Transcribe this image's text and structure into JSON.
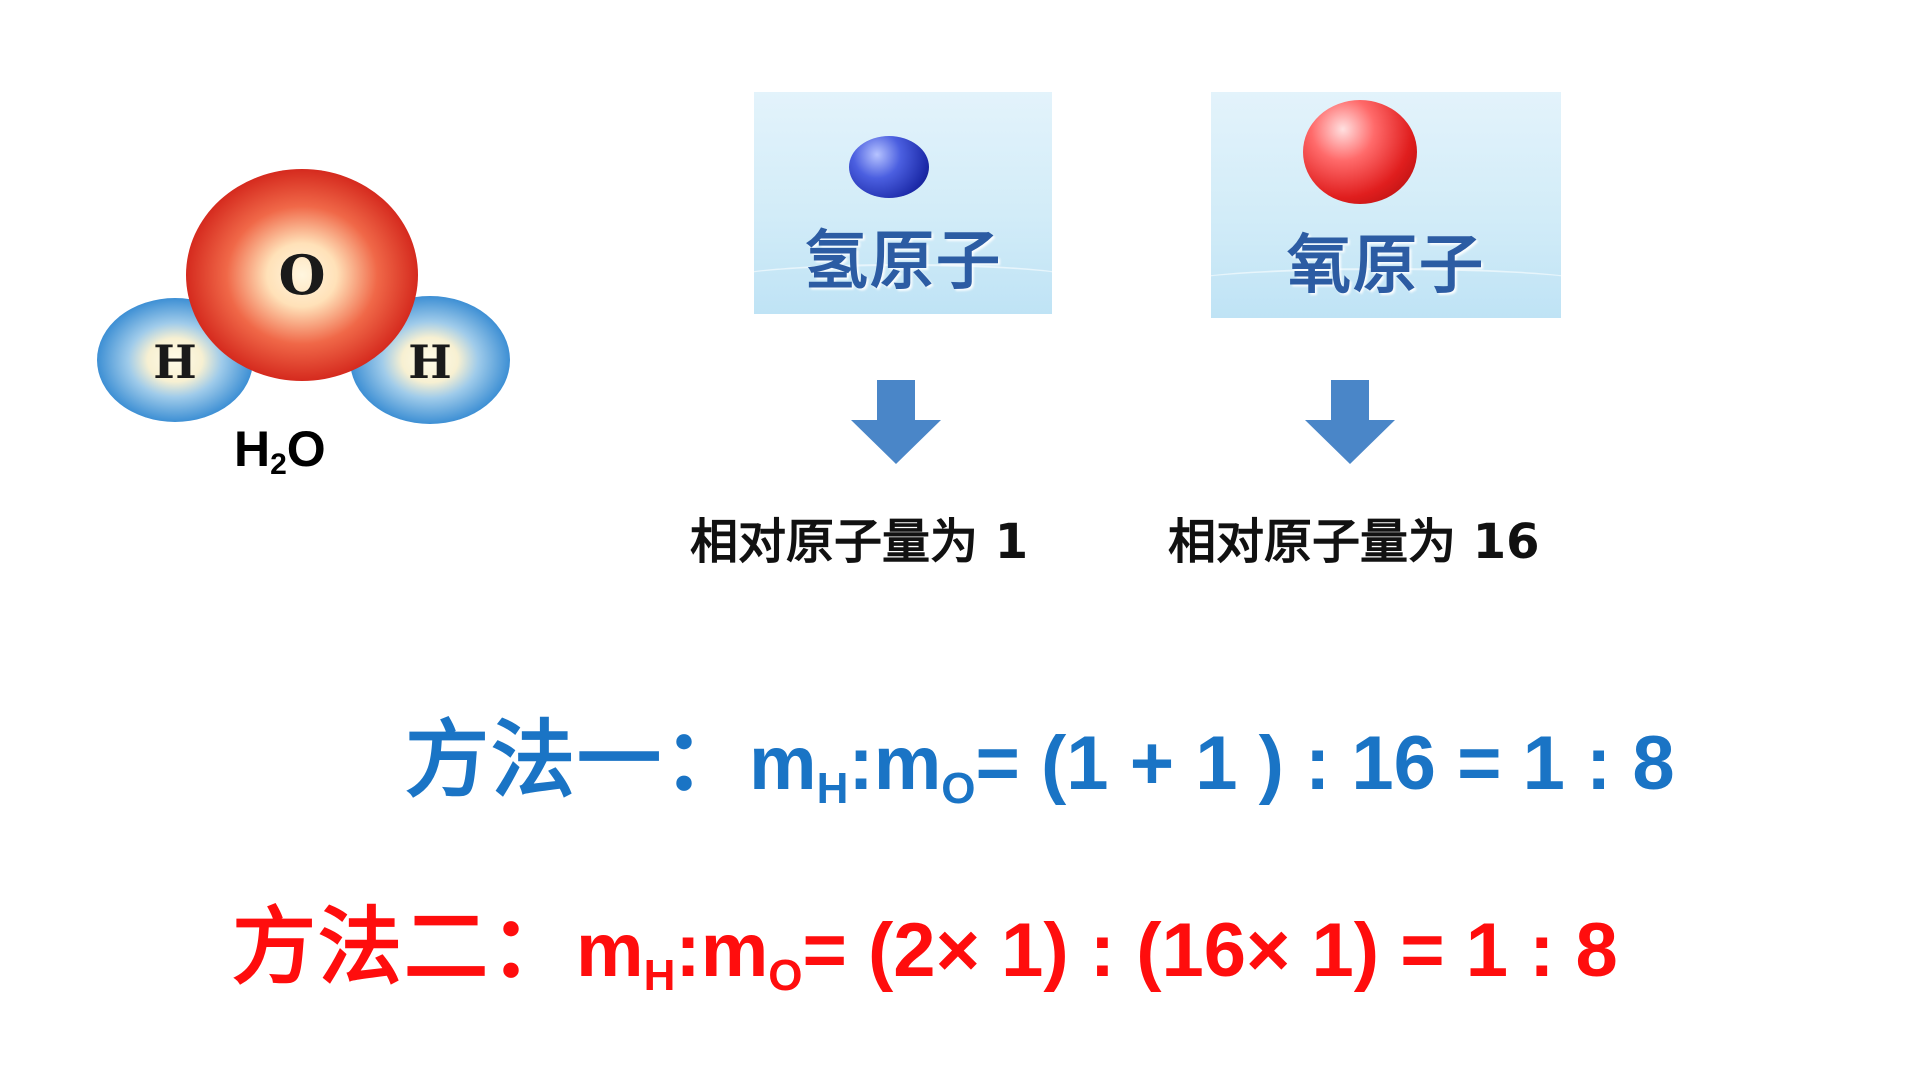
{
  "molecule": {
    "oxygen_label": "O",
    "hydrogen_label": "H",
    "formula_main": "H",
    "formula_sub": "2",
    "formula_tail": "O"
  },
  "atoms": [
    {
      "name": "氢原子",
      "mass_text": "相对原子量为 1",
      "color": "#2a3bd0"
    },
    {
      "name": "氧原子",
      "mass_text": "相对原子量为 16",
      "color": "#e01e1e"
    }
  ],
  "methods": [
    {
      "label": "方法一：",
      "m1": "m",
      "s1": "H",
      "colon": ":",
      "m2": "m",
      "s2": "O",
      "rest": "= (1 + 1 ) : 16  = 1 : 8",
      "color": "#1a74c5"
    },
    {
      "label": "方法二：",
      "m1": "m",
      "s1": "H",
      "colon": ":",
      "m2": "m",
      "s2": "O",
      "rest": "= (2× 1) : (16× 1) =  1 : 8",
      "color": "#ff0d0d"
    }
  ],
  "colors": {
    "arrow": "#4a86c8",
    "card_text": "#2c5ca3"
  }
}
